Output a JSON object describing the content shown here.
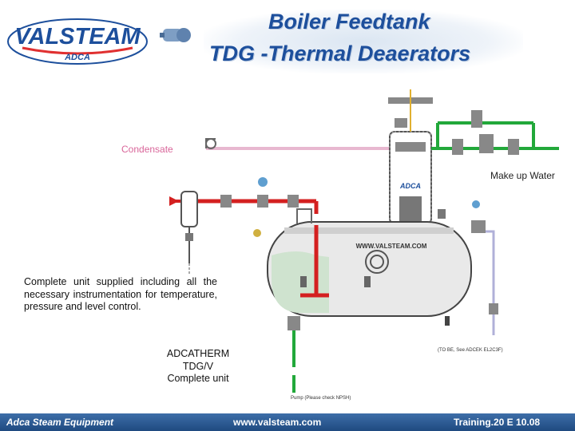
{
  "header": {
    "logo_main": "VALSTEAM",
    "logo_sub": "ADCA",
    "title_line1": "Boiler Feedtank",
    "title_line2": "TDG -Thermal Deaerators"
  },
  "diagram": {
    "label_condensate": "Condensate",
    "label_makeup": "Make up Water",
    "label_description": "Complete unit supplied including all the necessary instrumentation for temperature, pressure and level control.",
    "label_model_line1": "ADCATHERM",
    "label_model_line2": "TDG/V",
    "label_model_line3": "Complete unit",
    "tank_marking": "WWW.VALSTEAM.COM",
    "head_marking": "ADCA",
    "pump_note": "Pump (Please check NPSH)",
    "outlet_note": "(TO BE, See ADCEK EL2C3F)"
  },
  "footer": {
    "left": "Adca Steam Equipment",
    "center": "www.valsteam.com",
    "right": "Training.20 E 10.08"
  },
  "colors": {
    "title": "#1d4f9c",
    "condensate_text": "#d9669a",
    "steam_pipe": "#d42020",
    "water_pipe": "#22a83a",
    "condensate_pipe": "#e8b8d0",
    "tank_fill": "#cfe3cf",
    "footer_bg": "#2a5a92"
  }
}
